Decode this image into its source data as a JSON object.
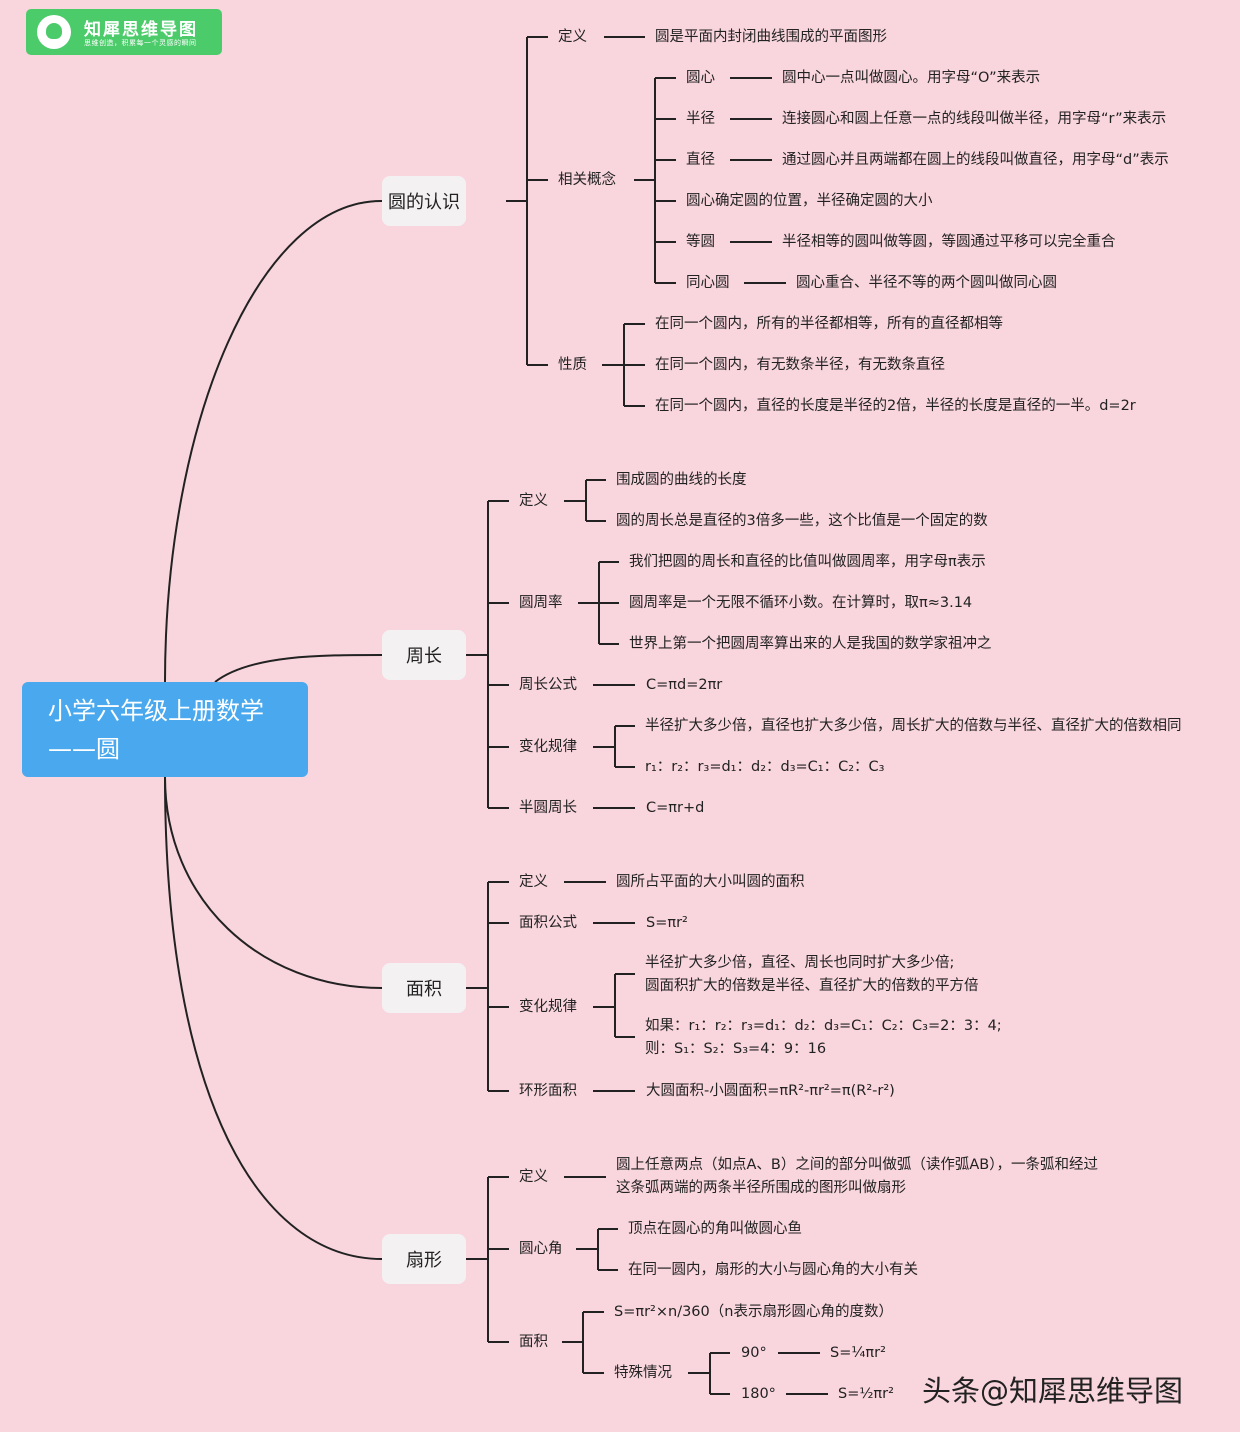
{
  "logo": {
    "name": "知犀思维导图",
    "slogan": "思维创造，积累每一个灵感的瞬间"
  },
  "root": {
    "line1": "小学六年级上册数学",
    "line2": "——圆"
  },
  "b1": {
    "label": "圆的认识",
    "def": {
      "label": "定义",
      "text": "圆是平面内封闭曲线围成的平面图形"
    },
    "concepts": {
      "label": "相关概念",
      "center": {
        "label": "圆心",
        "text": "圆中心一点叫做圆心。用字母“O”来表示"
      },
      "radius": {
        "label": "半径",
        "text": "连接圆心和圆上任意一点的线段叫做半径，用字母“r”来表示"
      },
      "diameter": {
        "label": "直径",
        "text": "通过圆心并且两端都在圆上的线段叫做直径，用字母“d”表示"
      },
      "position": "圆心确定圆的位置，半径确定圆的大小",
      "equal": {
        "label": "等圆",
        "text": "半径相等的圆叫做等圆，等圆通过平移可以完全重合"
      },
      "concentric": {
        "label": "同心圆",
        "text": "圆心重合、半径不等的两个圆叫做同心圆"
      }
    },
    "props": {
      "label": "性质",
      "items": [
        "在同一个圆内，所有的半径都相等，所有的直径都相等",
        "在同一个圆内，有无数条半径，有无数条直径",
        "在同一个圆内，直径的长度是半径的2倍，半径的长度是直径的一半。d=2r"
      ]
    }
  },
  "b2": {
    "label": "周长",
    "def": {
      "label": "定义",
      "items": [
        "围成圆的曲线的长度",
        "圆的周长总是直径的3倍多一些，这个比值是一个固定的数"
      ]
    },
    "pi": {
      "label": "圆周率",
      "items": [
        "我们把圆的周长和直径的比值叫做圆周率，用字母π表示",
        "圆周率是一个无限不循环小数。在计算时，取π≈3.14",
        "世界上第一个把圆周率算出来的人是我国的数学家祖冲之"
      ]
    },
    "formula": {
      "label": "周长公式",
      "text": "C=πd=2πr"
    },
    "change": {
      "label": "变化规律",
      "items": [
        "半径扩大多少倍，直径也扩大多少倍，周长扩大的倍数与半径、直径扩大的倍数相同",
        "r₁：r₂：r₃=d₁：d₂：d₃=C₁：C₂：C₃"
      ]
    },
    "semi": {
      "label": "半圆周长",
      "text": "C=πr+d"
    }
  },
  "b3": {
    "label": "面积",
    "def": {
      "label": "定义",
      "text": "圆所占平面的大小叫圆的面积"
    },
    "formula": {
      "label": "面积公式",
      "text": "S=πr²"
    },
    "change": {
      "label": "变化规律",
      "a1": "半径扩大多少倍，直径、周长也同时扩大多少倍;",
      "a2": "圆面积扩大的倍数是半径、直径扩大的倍数的平方倍",
      "b1": "如果：r₁：r₂：r₃=d₁：d₂：d₃=C₁：C₂：C₃=2：3：4;",
      "b2": "则：S₁：S₂：S₃=4：9：16"
    },
    "ring": {
      "label": "环形面积",
      "text": "大圆面积-小圆面积=πR²-πr²=π(R²-r²)"
    }
  },
  "b4": {
    "label": "扇形",
    "def": {
      "label": "定义",
      "t1": "圆上任意两点（如点A、B）之间的部分叫做弧（读作弧AB），一条弧和经过",
      "t2": "这条弧两端的两条半径所围成的图形叫做扇形"
    },
    "angle": {
      "label": "圆心角",
      "items": [
        "顶点在圆心的角叫做圆心鱼",
        "在同一圆内，扇形的大小与圆心角的大小有关"
      ]
    },
    "area": {
      "label": "面积",
      "formula": "S=πr²×n/360（n表示扇形圆心角的度数）",
      "special": {
        "label": "特殊情况",
        "a90": "90°",
        "s90": "S=¼πr²",
        "a180": "180°",
        "s180": "S=½πr²"
      }
    }
  },
  "watermark": {
    "prefix": "头条",
    "name": "@知犀思维导图"
  }
}
